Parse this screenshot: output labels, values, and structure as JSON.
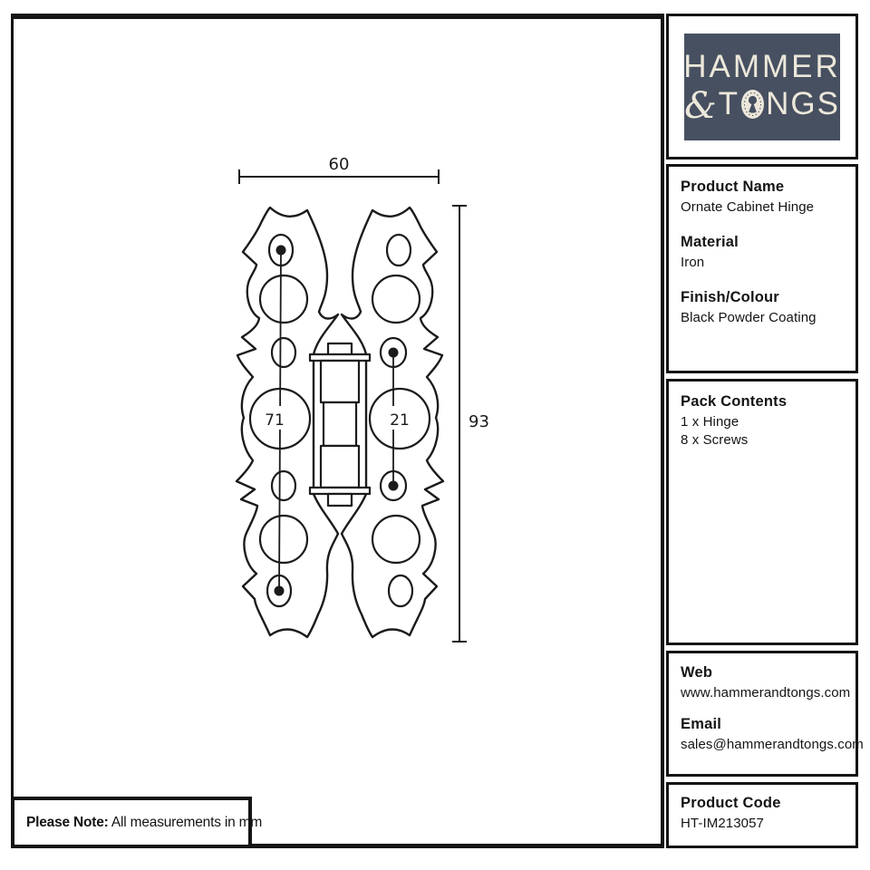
{
  "page": {
    "background": "#ffffff",
    "line_color": "#141414"
  },
  "logo": {
    "line1": "HAMMER",
    "ampersand": "&",
    "line2_before_keyhole": "T",
    "line2_after_keyhole": "NGS",
    "bg_color": "#475061",
    "fg_color": "#ece7da",
    "keyhole_icon": "keyhole-o-glyph"
  },
  "sections": {
    "product_name": {
      "label": "Product Name",
      "value": "Ornate Cabinet Hinge"
    },
    "material": {
      "label": "Material",
      "value": "Iron"
    },
    "finish": {
      "label": "Finish/Colour",
      "value": "Black Powder Coating"
    },
    "pack": {
      "label": "Pack Contents",
      "items": [
        "1 x Hinge",
        "8 x Screws"
      ]
    },
    "web": {
      "label": "Web",
      "value": "www.hammerandtongs.com"
    },
    "email": {
      "label": "Email",
      "value": "sales@hammerandtongs.com"
    },
    "code": {
      "label": "Product Code",
      "value": "HT-IM213057"
    }
  },
  "note": {
    "label": "Please Note:",
    "text": "All measurements in mm"
  },
  "drawing": {
    "type": "technical-drawing",
    "subject": "ornate butterfly cabinet hinge, front view",
    "unit": "mm",
    "dim_width": "60",
    "dim_height": "93",
    "dim_left_screw_pitch": "71",
    "dim_right_screw_pitch": "21"
  }
}
